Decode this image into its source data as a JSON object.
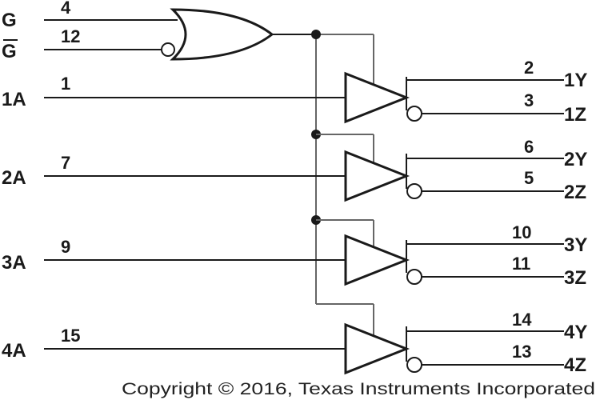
{
  "inputs": {
    "g_label": "G",
    "g_pin": "4",
    "gbar_label": "G",
    "gbar_pin": "12"
  },
  "channels": [
    {
      "in_label": "1A",
      "in_pin": "1",
      "y_label": "1Y",
      "y_pin": "2",
      "z_label": "1Z",
      "z_pin": "3"
    },
    {
      "in_label": "2A",
      "in_pin": "7",
      "y_label": "2Y",
      "y_pin": "6",
      "z_label": "2Z",
      "z_pin": "5"
    },
    {
      "in_label": "3A",
      "in_pin": "9",
      "y_label": "3Y",
      "y_pin": "10",
      "z_label": "3Z",
      "z_pin": "11"
    },
    {
      "in_label": "4A",
      "in_pin": "15",
      "y_label": "4Y",
      "y_pin": "14",
      "z_label": "4Z",
      "z_pin": "13"
    }
  ],
  "copyright": "Copyright © 2016, Texas Instruments Incorporated"
}
